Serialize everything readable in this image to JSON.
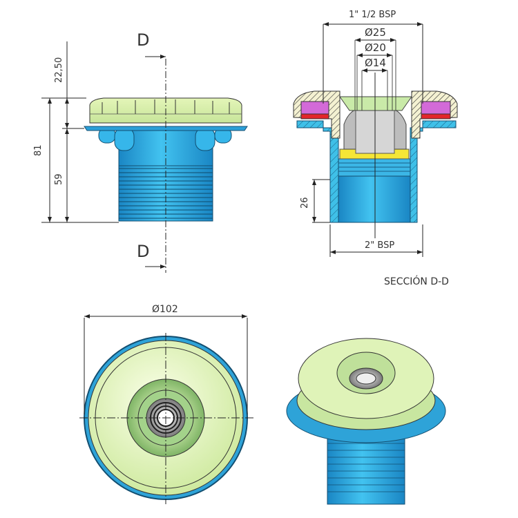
{
  "drawing": {
    "section_marker": "D",
    "section_title": "SECCIÓN D-D",
    "colors": {
      "cap_green": "#d9f0a8",
      "cap_green_dark": "#b5d98a",
      "body_blue": "#2aa6e0",
      "body_blue_dark": "#1677b0",
      "seal_red": "#e3262b",
      "seal_pink": "#d36ad8",
      "insert_grey": "#c8c8c8",
      "insert_yellow": "#f5e636",
      "line": "#222222"
    }
  },
  "front_view": {
    "height_total": "81",
    "height_body": "59",
    "height_cap": "22,50",
    "section_label_top": "D",
    "section_label_bottom": "D"
  },
  "section_view": {
    "top_thread": "1\" 1/2 BSP",
    "diam_outer": "Ø25",
    "diam_mid": "Ø20",
    "diam_inner": "Ø14",
    "depth": "26",
    "bottom_thread": "2\" BSP"
  },
  "top_view": {
    "diameter": "Ø102"
  }
}
